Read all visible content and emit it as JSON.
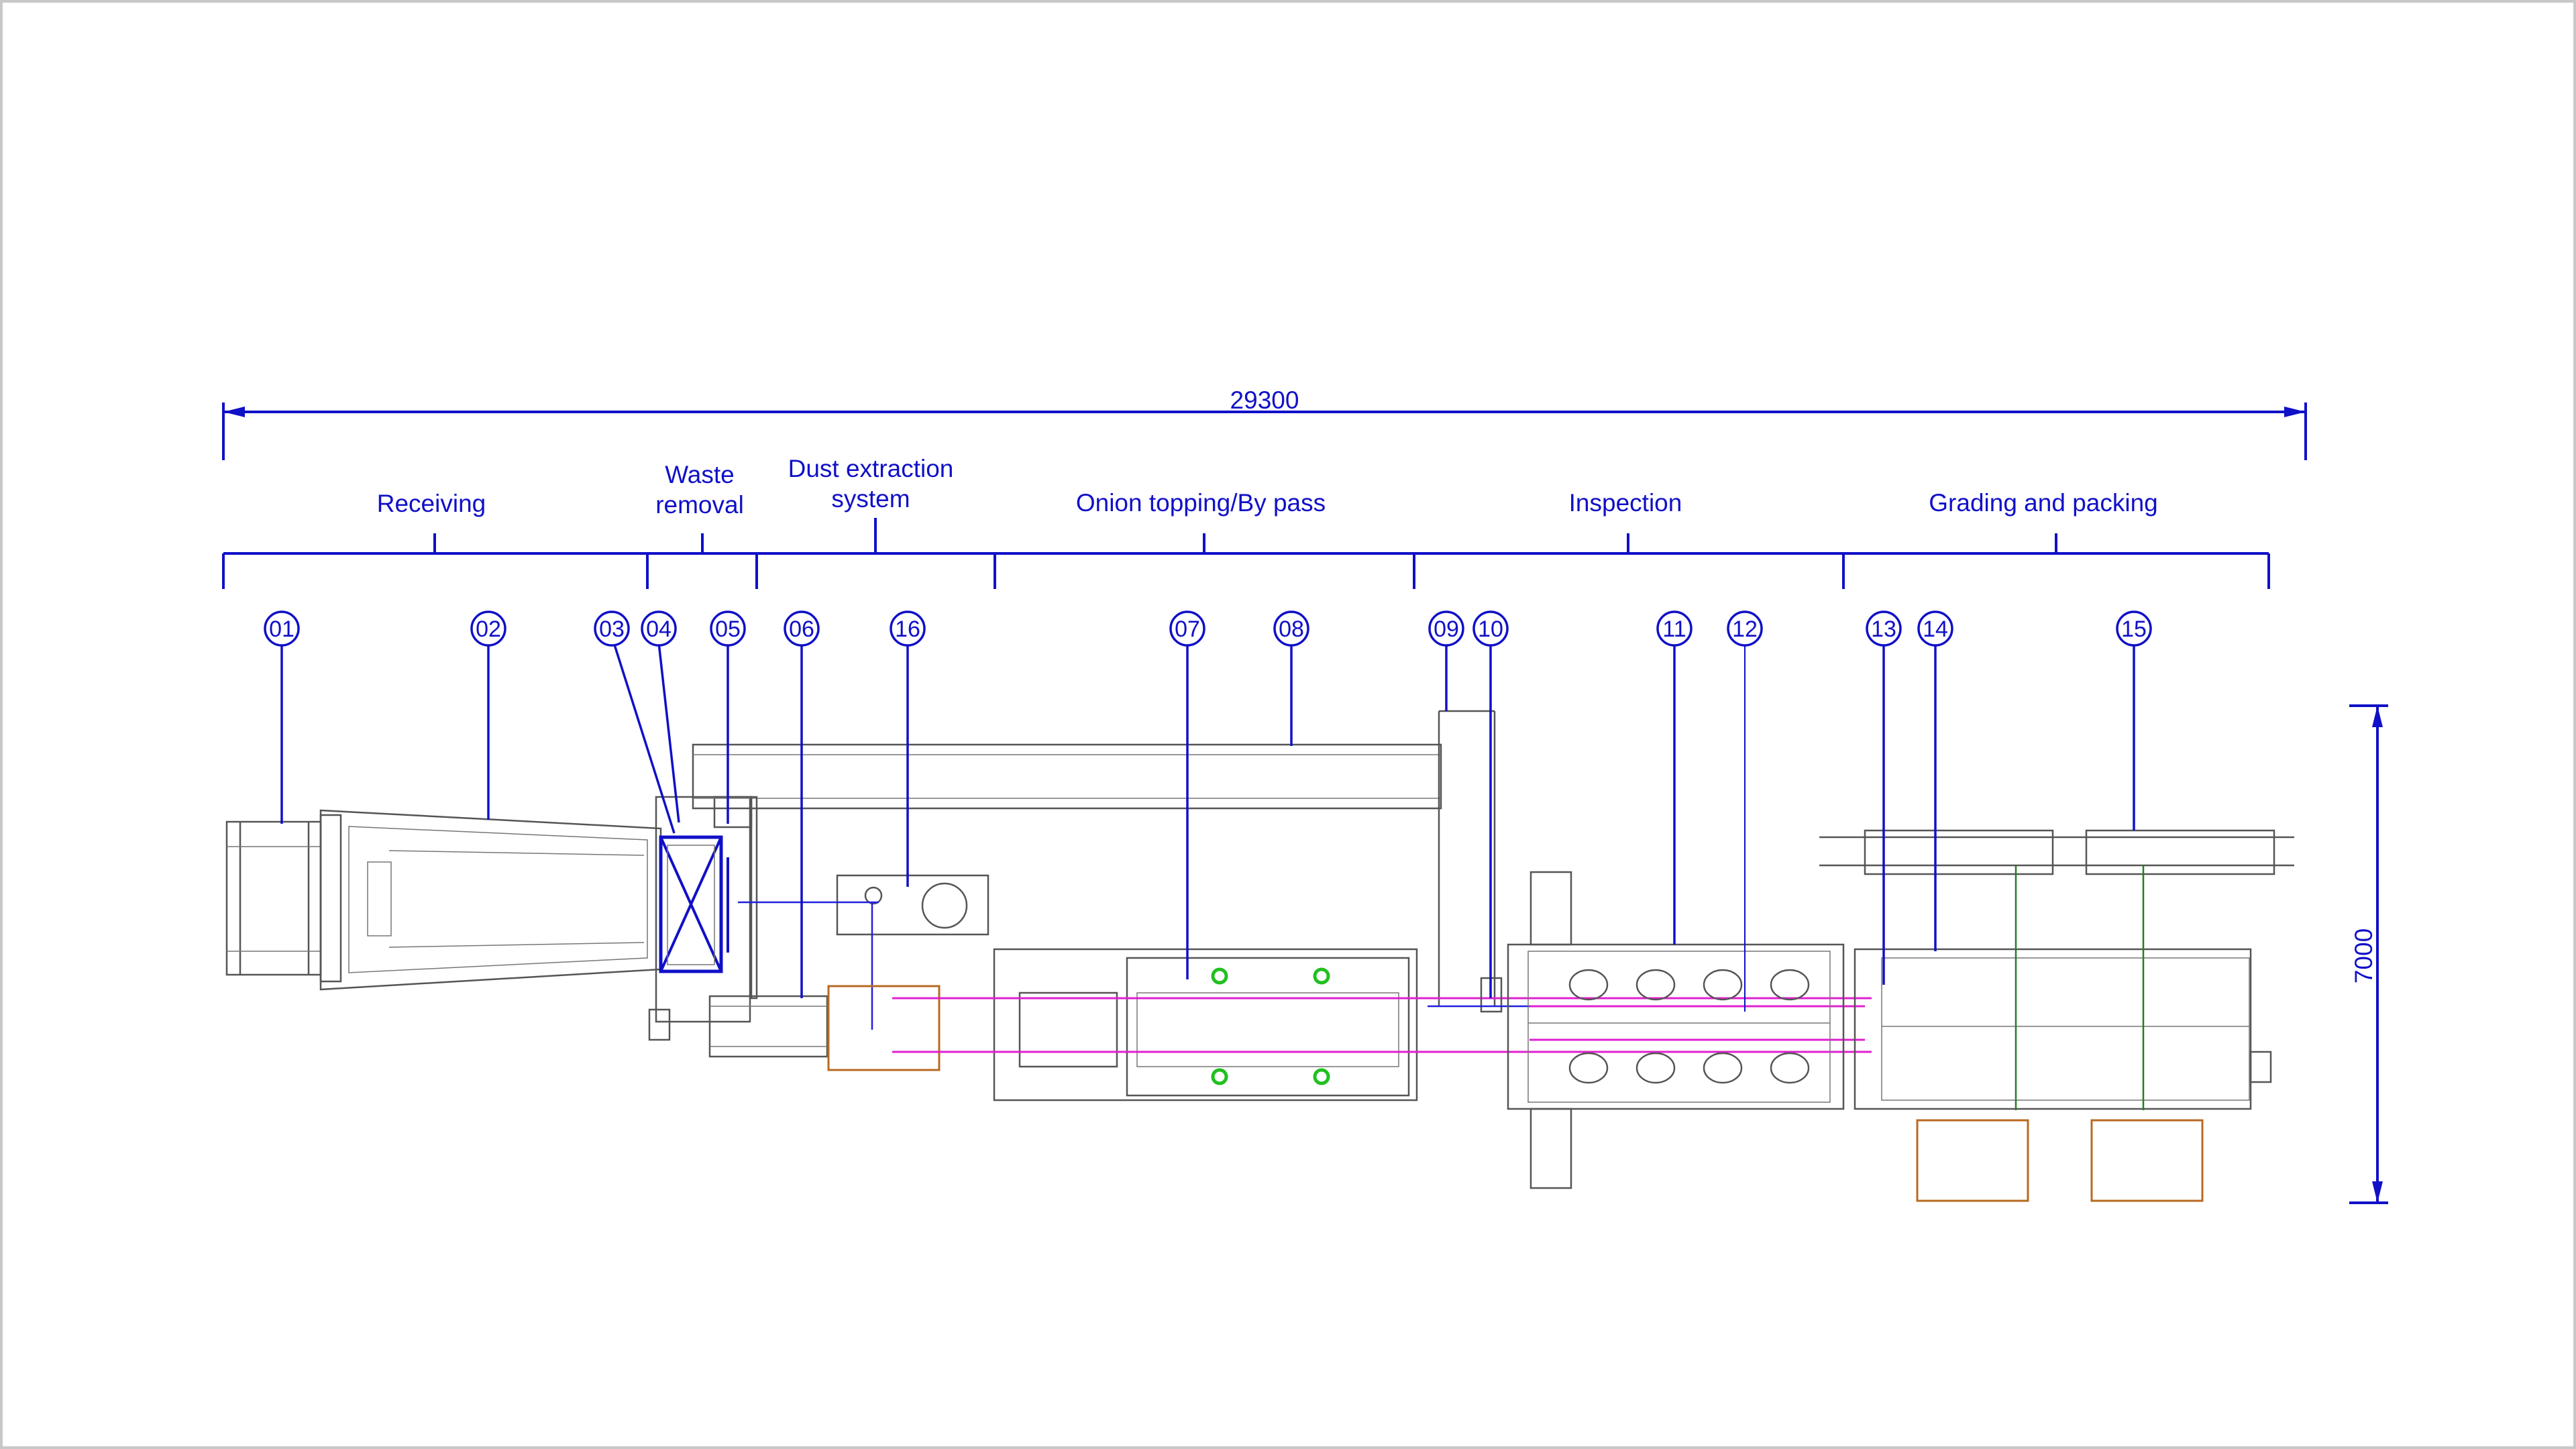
{
  "overall_length": "29300",
  "overall_width": "7000",
  "sections": [
    {
      "id": "receiving",
      "lines": [
        "Receiving"
      ]
    },
    {
      "id": "waste",
      "lines": [
        "Waste",
        "removal"
      ]
    },
    {
      "id": "dust",
      "lines": [
        "Dust extraction",
        "system"
      ]
    },
    {
      "id": "topping",
      "lines": [
        "Onion topping/By pass"
      ]
    },
    {
      "id": "inspection",
      "lines": [
        "Inspection"
      ]
    },
    {
      "id": "grading",
      "lines": [
        "Grading and packing"
      ]
    }
  ],
  "callouts": [
    "01",
    "02",
    "03",
    "04",
    "05",
    "06",
    "16",
    "07",
    "08",
    "09",
    "10",
    "11",
    "12",
    "13",
    "14",
    "15"
  ],
  "colors": {
    "annotation": "#1010c8",
    "machine": "#555555",
    "conveyor_path": "#e020d0",
    "sensor": "#20c020",
    "pallet": "#b86a20",
    "frame": "#c8c8c8"
  }
}
